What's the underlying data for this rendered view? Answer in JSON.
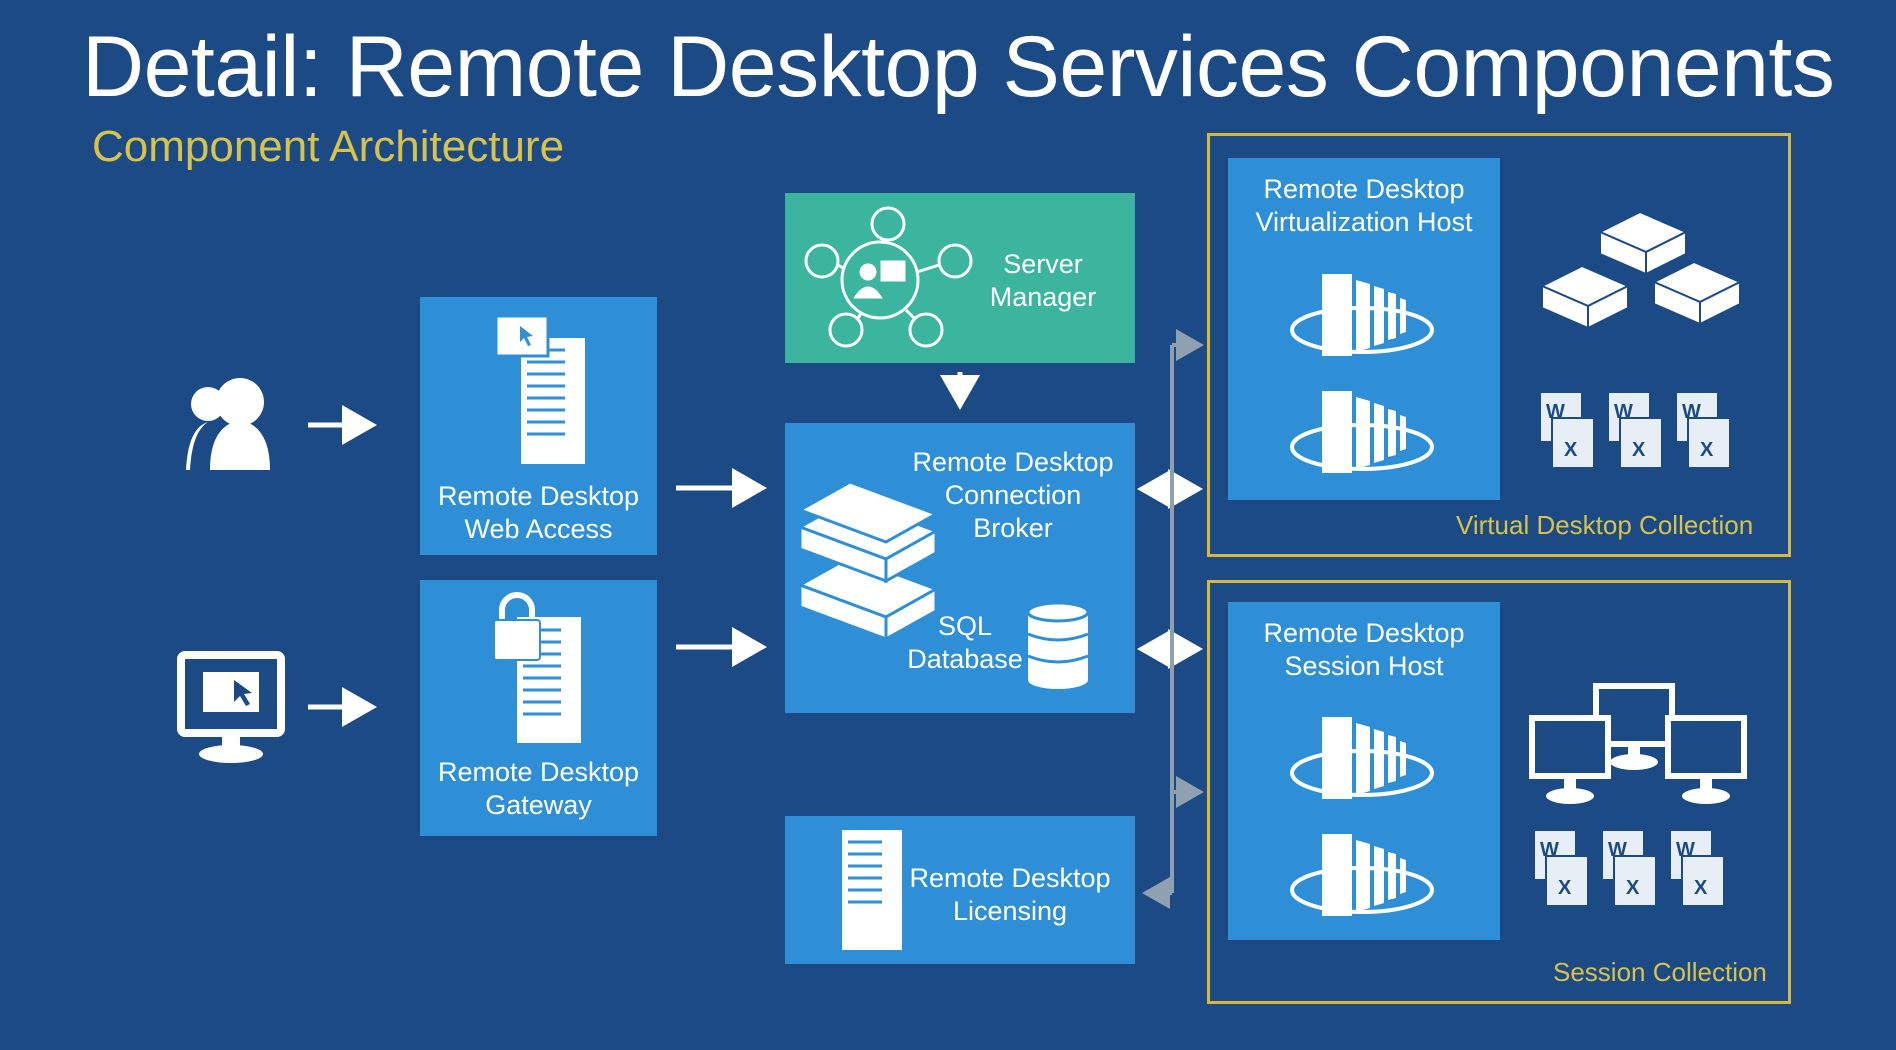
{
  "title": "Detail: Remote Desktop Services Components",
  "subtitle": "Component Architecture",
  "colors": {
    "background": "#1c4a85",
    "box": "#2f8fd6",
    "server_manager": "#3bb59e",
    "group_border": "#d8b83c",
    "accent_text": "#d8c249"
  },
  "nodes": {
    "web_access": {
      "line1": "Remote Desktop",
      "line2": "Web Access",
      "icon": "server-with-window-icon"
    },
    "gateway": {
      "line1": "Remote Desktop",
      "line2": "Gateway",
      "icon": "server-with-lock-icon"
    },
    "server_manager": {
      "line1": "Server",
      "line2": "Manager",
      "icon": "server-manager-hub-icon"
    },
    "connection_broker": {
      "line1": "Remote Desktop",
      "line2": "Connection",
      "line3": "Broker",
      "icon": "stacked-servers-icon"
    },
    "sql_database": {
      "line1": "SQL",
      "line2": "Database",
      "icon": "database-icon"
    },
    "licensing": {
      "line1": "Remote Desktop",
      "line2": "Licensing",
      "icon": "tower-server-icon"
    },
    "virtualization_host": {
      "line1": "Remote Desktop",
      "line2": "Virtualization Host",
      "icon": "host-server-icon"
    },
    "session_host": {
      "line1": "Remote Desktop",
      "line2": "Session Host",
      "icon": "host-server-icon"
    }
  },
  "groups": {
    "virtual_desktop_collection": {
      "label": "Virtual Desktop Collection",
      "icons": [
        "virtual-machines-icon",
        "office-documents-icon"
      ]
    },
    "session_collection": {
      "label": "Session Collection",
      "icons": [
        "monitors-icon",
        "office-documents-icon"
      ]
    }
  },
  "clients": [
    {
      "name": "users",
      "icon": "users-icon"
    },
    {
      "name": "remote-computer",
      "icon": "monitor-icon"
    }
  ],
  "edges": [
    {
      "from": "users",
      "to": "web_access"
    },
    {
      "from": "remote-computer",
      "to": "gateway"
    },
    {
      "from": "web_access",
      "to": "connection_broker"
    },
    {
      "from": "gateway",
      "to": "connection_broker"
    },
    {
      "from": "server_manager",
      "to": "connection_broker"
    },
    {
      "from": "connection_broker",
      "to": "virtualization_host",
      "bidirectional": true
    },
    {
      "from": "connection_broker",
      "to": "session_host",
      "bidirectional": true
    },
    {
      "from": "connection_broker",
      "to": "licensing"
    }
  ]
}
